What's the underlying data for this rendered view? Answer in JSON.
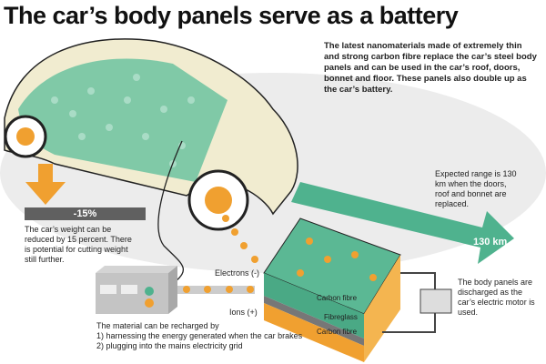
{
  "title": "The car’s body panels serve as a battery",
  "intro": "The latest nanomaterials made of extremely thin and strong carbon fibre replace the car’s steel body panels and can be used in the car’s roof, doors, bonnet and floor. These panels also double up as the car’s battery.",
  "weight": {
    "badge": "-15%",
    "text": "The car’s weight can be reduced by 15 percent. There is potential for cutting weight still further."
  },
  "range": {
    "text": "Expected range is 130 km when the doors, roof and bonnet are replaced.",
    "label": "130 km"
  },
  "labels": {
    "electrons": "Electrons (-)",
    "ions": "Ions (+)",
    "layer_top": "Carbon fibre",
    "layer_mid": "Fibreglass",
    "layer_bottom": "Carbon fibre"
  },
  "discharge_text": "The body panels are discharged as the car’s electric motor is used.",
  "recharge": {
    "line1": "The material can be recharged by",
    "line2": "1) harnessing the energy generated when the car brakes",
    "line3": "2) plugging into the mains electricity grid"
  },
  "colors": {
    "green": "#4fb28e",
    "orange": "#f0a030",
    "gray_bar": "#606060",
    "car": "#f1ecd0"
  }
}
